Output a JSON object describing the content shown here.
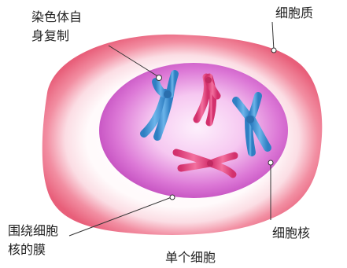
{
  "labels": {
    "chromosome_line1": "染色体自",
    "chromosome_line2": "身复制",
    "cytoplasm": "细胞质",
    "membrane_line1": "围绕细胞",
    "membrane_line2": "核的膜",
    "nucleus": "细胞核"
  },
  "caption": "单个细胞",
  "colors": {
    "cell_outer": "#ee6f86",
    "cell_inner_glow": "#fdeef2",
    "nucleus_rim": "#cf55c8",
    "nucleus_center": "#fde8fb",
    "chromosome_blue": "#3d93d6",
    "chromosome_pink": "#e5407e",
    "leader_line": "#333333"
  }
}
